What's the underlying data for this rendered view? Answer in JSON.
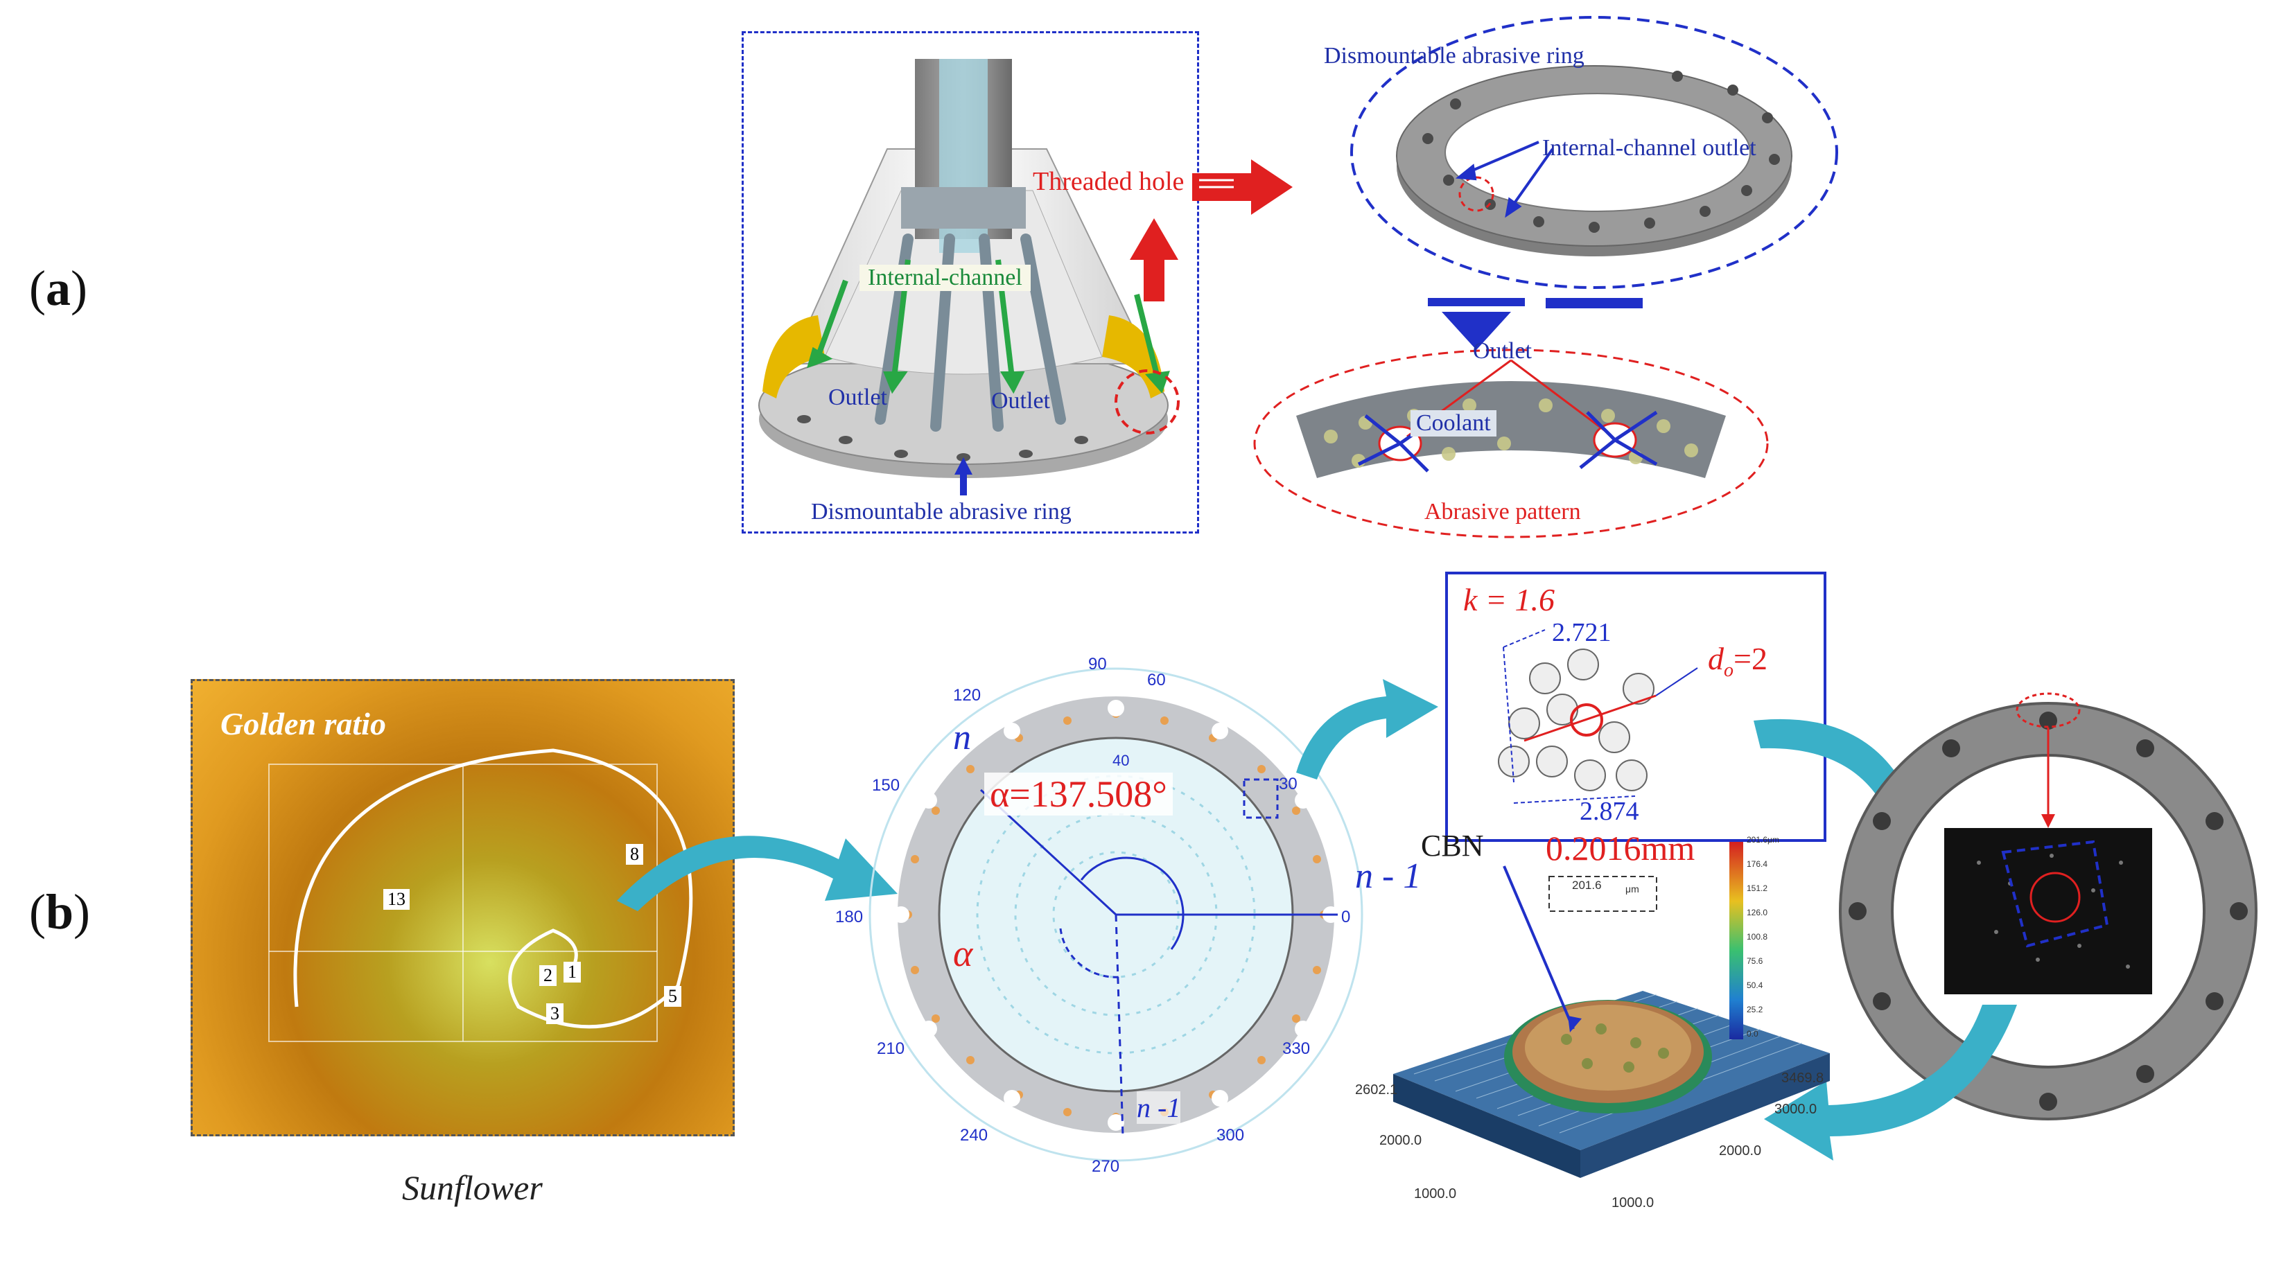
{
  "panel_a": {
    "label": "a",
    "texts": {
      "threaded_hole": "Threaded hole",
      "internal_channel": "Internal-channel",
      "outlet_left": "Outlet",
      "outlet_right": "Outlet",
      "dismountable_bottom": "Dismountable abrasive ring",
      "dismountable_top": "Dismountable abrasive ring",
      "internal_channel_outlet": "Internal-channel outlet",
      "outlet_detail": "Outlet",
      "coolant": "Coolant",
      "abrasive_pattern": "Abrasive pattern"
    }
  },
  "panel_b": {
    "label": "b",
    "sunflower": {
      "golden_ratio": "Golden ratio",
      "caption": "Sunflower",
      "numbers": [
        "13",
        "8",
        "2",
        "1",
        "3",
        "5"
      ]
    },
    "polar": {
      "angles": [
        "90",
        "60",
        "120",
        "150",
        "30",
        "180",
        "0",
        "210",
        "330",
        "240",
        "300",
        "270"
      ],
      "alpha_eq": "α=137.508°",
      "alpha": "α",
      "n": "n",
      "n_minus_1_right": "n - 1",
      "n_minus_1_bottom": "n -1",
      "inner_tick": "40"
    },
    "pattern": {
      "k": "k = 1.6",
      "d1": "2.721",
      "d2": "2.874",
      "do_label": "d",
      "do_sub": "o",
      "do_val": "=2"
    },
    "profile": {
      "cbn": "CBN",
      "height": "0.2016mm",
      "inset_value": "201.6",
      "inset_unit": "μm",
      "axis_x1": "1000.0",
      "axis_x2": "2000.0",
      "axis_x3": "2602.1",
      "axis_y1": "1000.0",
      "axis_y2": "2000.0",
      "axis_y3": "3000.0",
      "axis_y4": "3469.8",
      "colorbar": [
        "201.6μm",
        "176.4",
        "151.2",
        "126.0",
        "100.8",
        "75.6",
        "50.4",
        "25.2",
        "0.0"
      ]
    }
  }
}
